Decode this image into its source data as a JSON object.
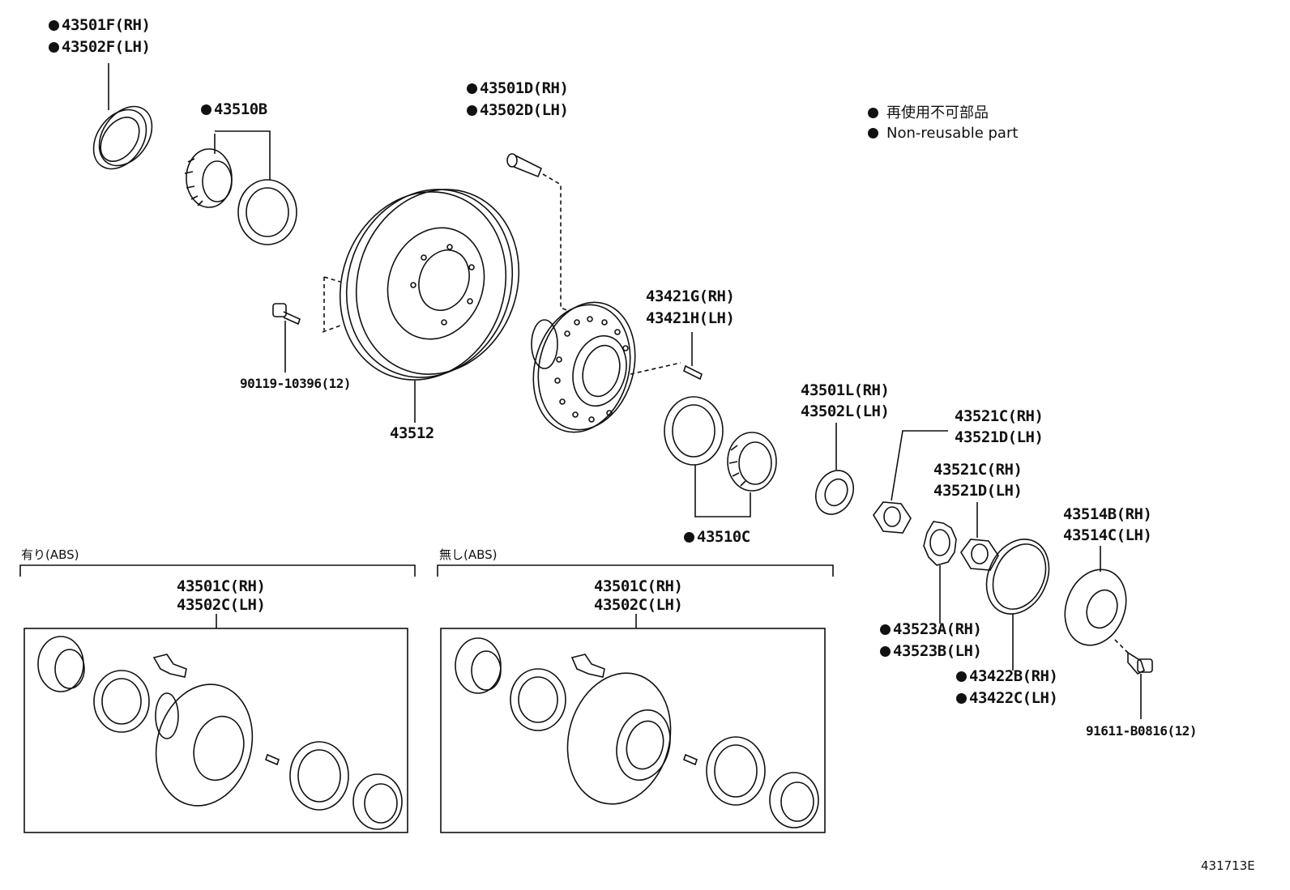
{
  "legend": {
    "jp": "再使用不可部品",
    "en": "Non-reusable part"
  },
  "diagram_code": "431713E",
  "parts": {
    "seal_f_rh": "43501F(RH)",
    "seal_f_lh": "43502F(LH)",
    "bearing_b": "43510B",
    "bolt_d_rh": "43501D(RH)",
    "bolt_d_lh": "43502D(LH)",
    "screw": "90119-10396(12)",
    "rotor": "43512",
    "pin_g_rh": "43421G(RH)",
    "pin_h_lh": "43421H(LH)",
    "washer_l_rh": "43501L(RH)",
    "washer_l_lh": "43502L(LH)",
    "nut_c_rh": "43521C(RH)",
    "nut_d_lh": "43521D(LH)",
    "nut2_c_rh": "43521C(RH)",
    "nut2_d_lh": "43521D(LH)",
    "bearing_c": "43510C",
    "cap_b_rh": "43514B(RH)",
    "cap_c_lh": "43514C(LH)",
    "lockwasher_a_rh": "43523A(RH)",
    "lockwasher_b_lh": "43523B(LH)",
    "gasket_b_rh": "43422B(RH)",
    "gasket_c_lh": "43422C(LH)",
    "bolt_cap": "91611-B0816(12)"
  },
  "sections": {
    "abs": {
      "title": "有り(ABS)",
      "hub_rh": "43501C(RH)",
      "hub_lh": "43502C(LH)"
    },
    "noabs": {
      "title": "無し(ABS)",
      "hub_rh": "43501C(RH)",
      "hub_lh": "43502C(LH)"
    }
  }
}
